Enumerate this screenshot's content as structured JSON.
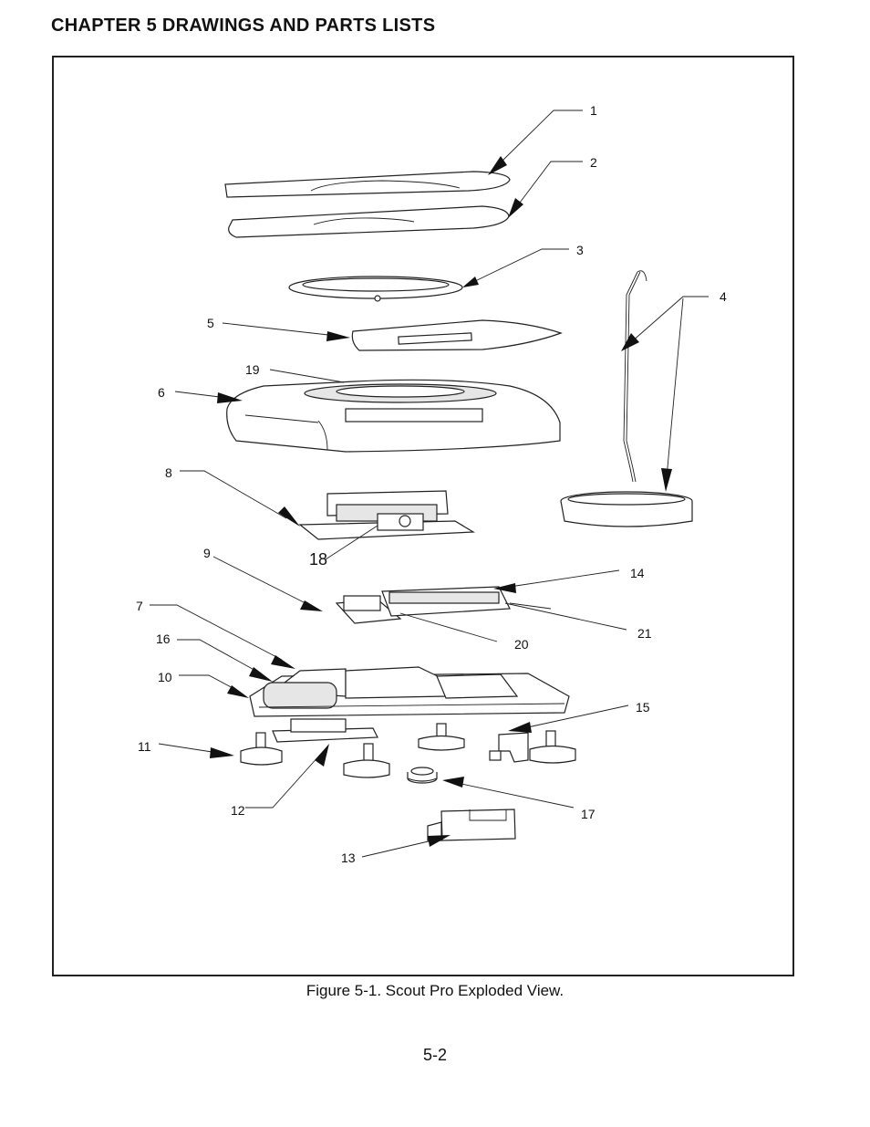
{
  "header": {
    "title": "CHAPTER 5 DRAWINGS AND PARTS LISTS"
  },
  "figure": {
    "caption": "Figure 5-1. Scout Pro Exploded View.",
    "callouts": [
      "1",
      "2",
      "3",
      "4",
      "5",
      "6",
      "7",
      "8",
      "9",
      "10",
      "11",
      "12",
      "13",
      "14",
      "15",
      "16",
      "17",
      "18",
      "19",
      "20",
      "21"
    ]
  },
  "footer": {
    "page_number": "5-2"
  }
}
